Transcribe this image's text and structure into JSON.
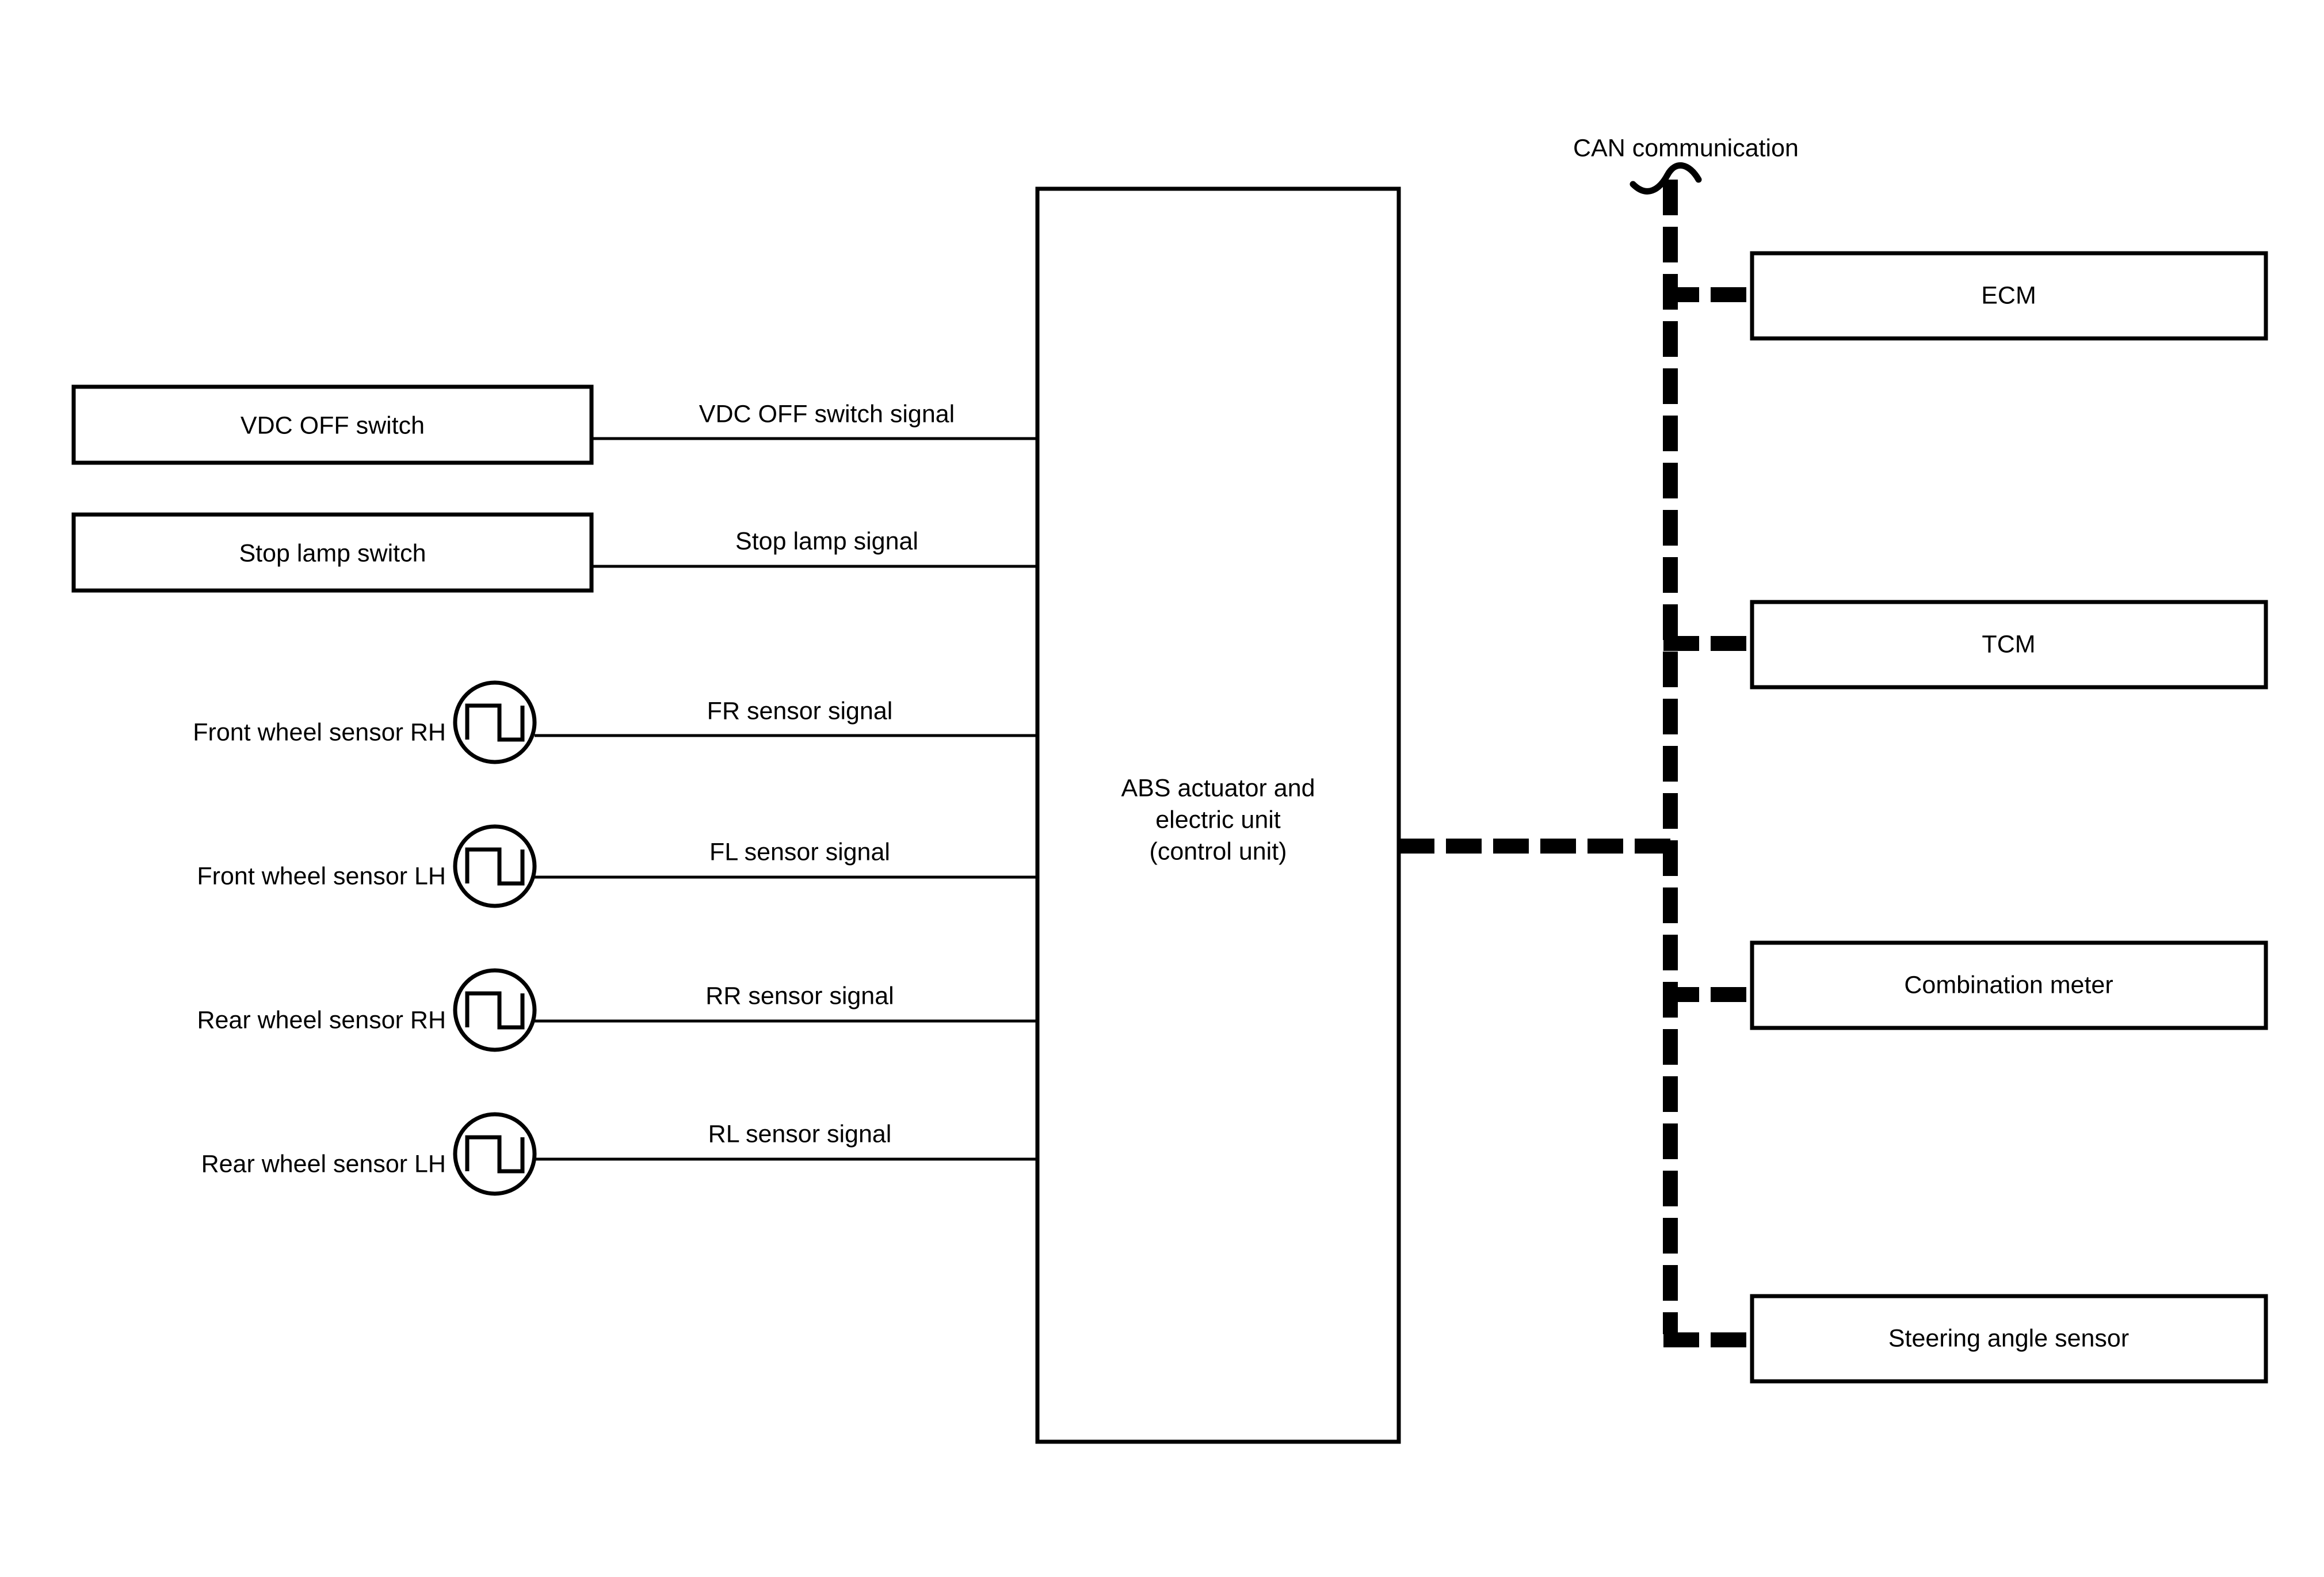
{
  "diagram": {
    "title_annotation": "CAN communication",
    "central_unit": {
      "name": "abs-actuator-electric-unit",
      "lines": [
        "ABS actuator and",
        "electric unit",
        "(control unit)"
      ]
    },
    "left_inputs": [
      {
        "id": "vdc-off-switch",
        "label": "VDC OFF switch",
        "signal_label": "VDC OFF switch signal",
        "symbol": "box"
      },
      {
        "id": "stop-lamp-switch",
        "label": "Stop lamp switch",
        "signal_label": "Stop lamp signal",
        "symbol": "box"
      },
      {
        "id": "front-wheel-sensor-rh",
        "label": "Front wheel sensor RH",
        "signal_label": "FR sensor signal",
        "symbol": "pulse-circle"
      },
      {
        "id": "front-wheel-sensor-lh",
        "label": "Front wheel sensor LH",
        "signal_label": "FL sensor signal",
        "symbol": "pulse-circle"
      },
      {
        "id": "rear-wheel-sensor-rh",
        "label": "Rear wheel sensor RH",
        "signal_label": "RR sensor signal",
        "symbol": "pulse-circle"
      },
      {
        "id": "rear-wheel-sensor-lh",
        "label": "Rear wheel sensor LH",
        "signal_label": "RL sensor signal",
        "symbol": "pulse-circle"
      }
    ],
    "can_nodes": [
      {
        "id": "ecm",
        "label": "ECM"
      },
      {
        "id": "tcm",
        "label": "TCM"
      },
      {
        "id": "combination-meter",
        "label": "Combination meter"
      },
      {
        "id": "steering-angle-sensor",
        "label": "Steering angle sensor"
      }
    ],
    "colors": {
      "stroke": "#000000",
      "fill": "#ffffff",
      "can_bus": "#000000"
    }
  }
}
